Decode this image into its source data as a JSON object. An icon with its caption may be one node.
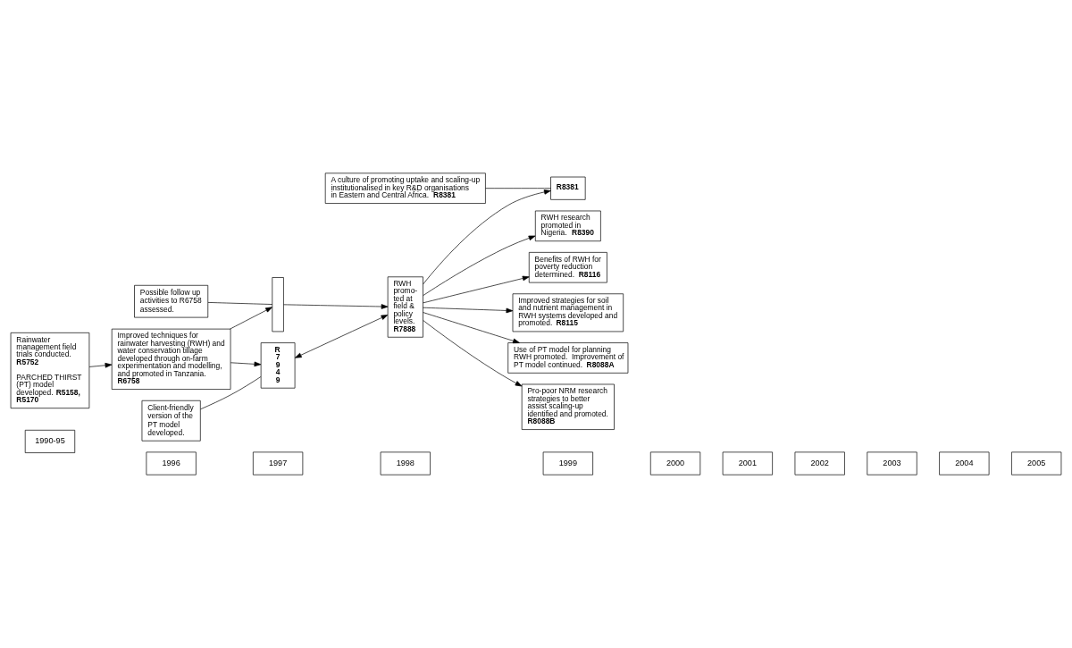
{
  "diagram": {
    "nodes": [
      {
        "text": [
          "Rainwater management field trials conducted. **R5752**",
          "PARCHED THIRST (PT) model developed. **R5158, R5170**"
        ]
      },
      {
        "text": [
          "Improved techniques for rainwater harvesting (RWH) and water conservation tillage developed through on-farm experimentation and modelling, and promoted in Tanzania.  **R6758**"
        ]
      },
      {
        "text": [],
        "shape": "box"
      },
      {
        "text": [
          "RWH promo- ted at field & policy levels. **R7888**"
        ]
      },
      {
        "text": [
          "**R7949**"
        ]
      },
      {
        "text": [
          "Client-friendly version of the PT model developed."
        ]
      },
      {
        "text": [
          "Possible follow up activities to R6758 assessed."
        ]
      },
      {
        "text": [
          "A culture of promoting uptake and scaling-up institutionalised in key R&D organisations in Eastern and Central Africa.  **R8381**"
        ]
      },
      {
        "text": [
          "**R8381**"
        ]
      },
      {
        "text": [
          "RWH research promoted in Nigeria.  **R8390**"
        ]
      },
      {
        "text": [
          "Benefits of RWH for poverty reduction determined.  **R8116**"
        ]
      },
      {
        "text": [
          "Improved strategies for soil and nutrient management in RWH systems developed and promoted.  **R8115**"
        ]
      },
      {
        "text": [
          "Use of PT model for planning RWH promoted.  Improvement of PT model continued.  **R8088A**"
        ]
      },
      {
        "text": [
          "Pro-poor NRM research strategies to better assist scaling-up identified and promoted.  **R8088B**"
        ]
      }
    ],
    "edges": [
      {
        "from": 0,
        "to": 1,
        "arrow": "to"
      },
      {
        "from": 1,
        "to": 2,
        "arrow": "to"
      },
      {
        "from": 2,
        "to": 3,
        "arrow": "to"
      },
      {
        "from": 1,
        "to": 4,
        "arrow": "to"
      },
      {
        "from": 4,
        "to": 3,
        "arrow": "both"
      },
      {
        "from": 3,
        "to": 8,
        "arrow": "to"
      },
      {
        "from": 3,
        "to": 9,
        "arrow": "to"
      },
      {
        "from": 3,
        "to": 10,
        "arrow": "to"
      },
      {
        "from": 3,
        "to": 11,
        "arrow": "to"
      },
      {
        "from": 3,
        "to": 12,
        "arrow": "to"
      },
      {
        "from": 3,
        "to": 13,
        "arrow": "to"
      },
      {
        "from": 5,
        "to": 4,
        "arrow": "none"
      },
      {
        "from": 6,
        "to": 2,
        "arrow": "none"
      },
      {
        "from": 7,
        "to": 8,
        "arrow": "none"
      }
    ],
    "labels": [
      "1990-95",
      "1996",
      "1997",
      "1998",
      "1999",
      "2000",
      "2001",
      "2002",
      "2003",
      "2004",
      "2005"
    ]
  }
}
